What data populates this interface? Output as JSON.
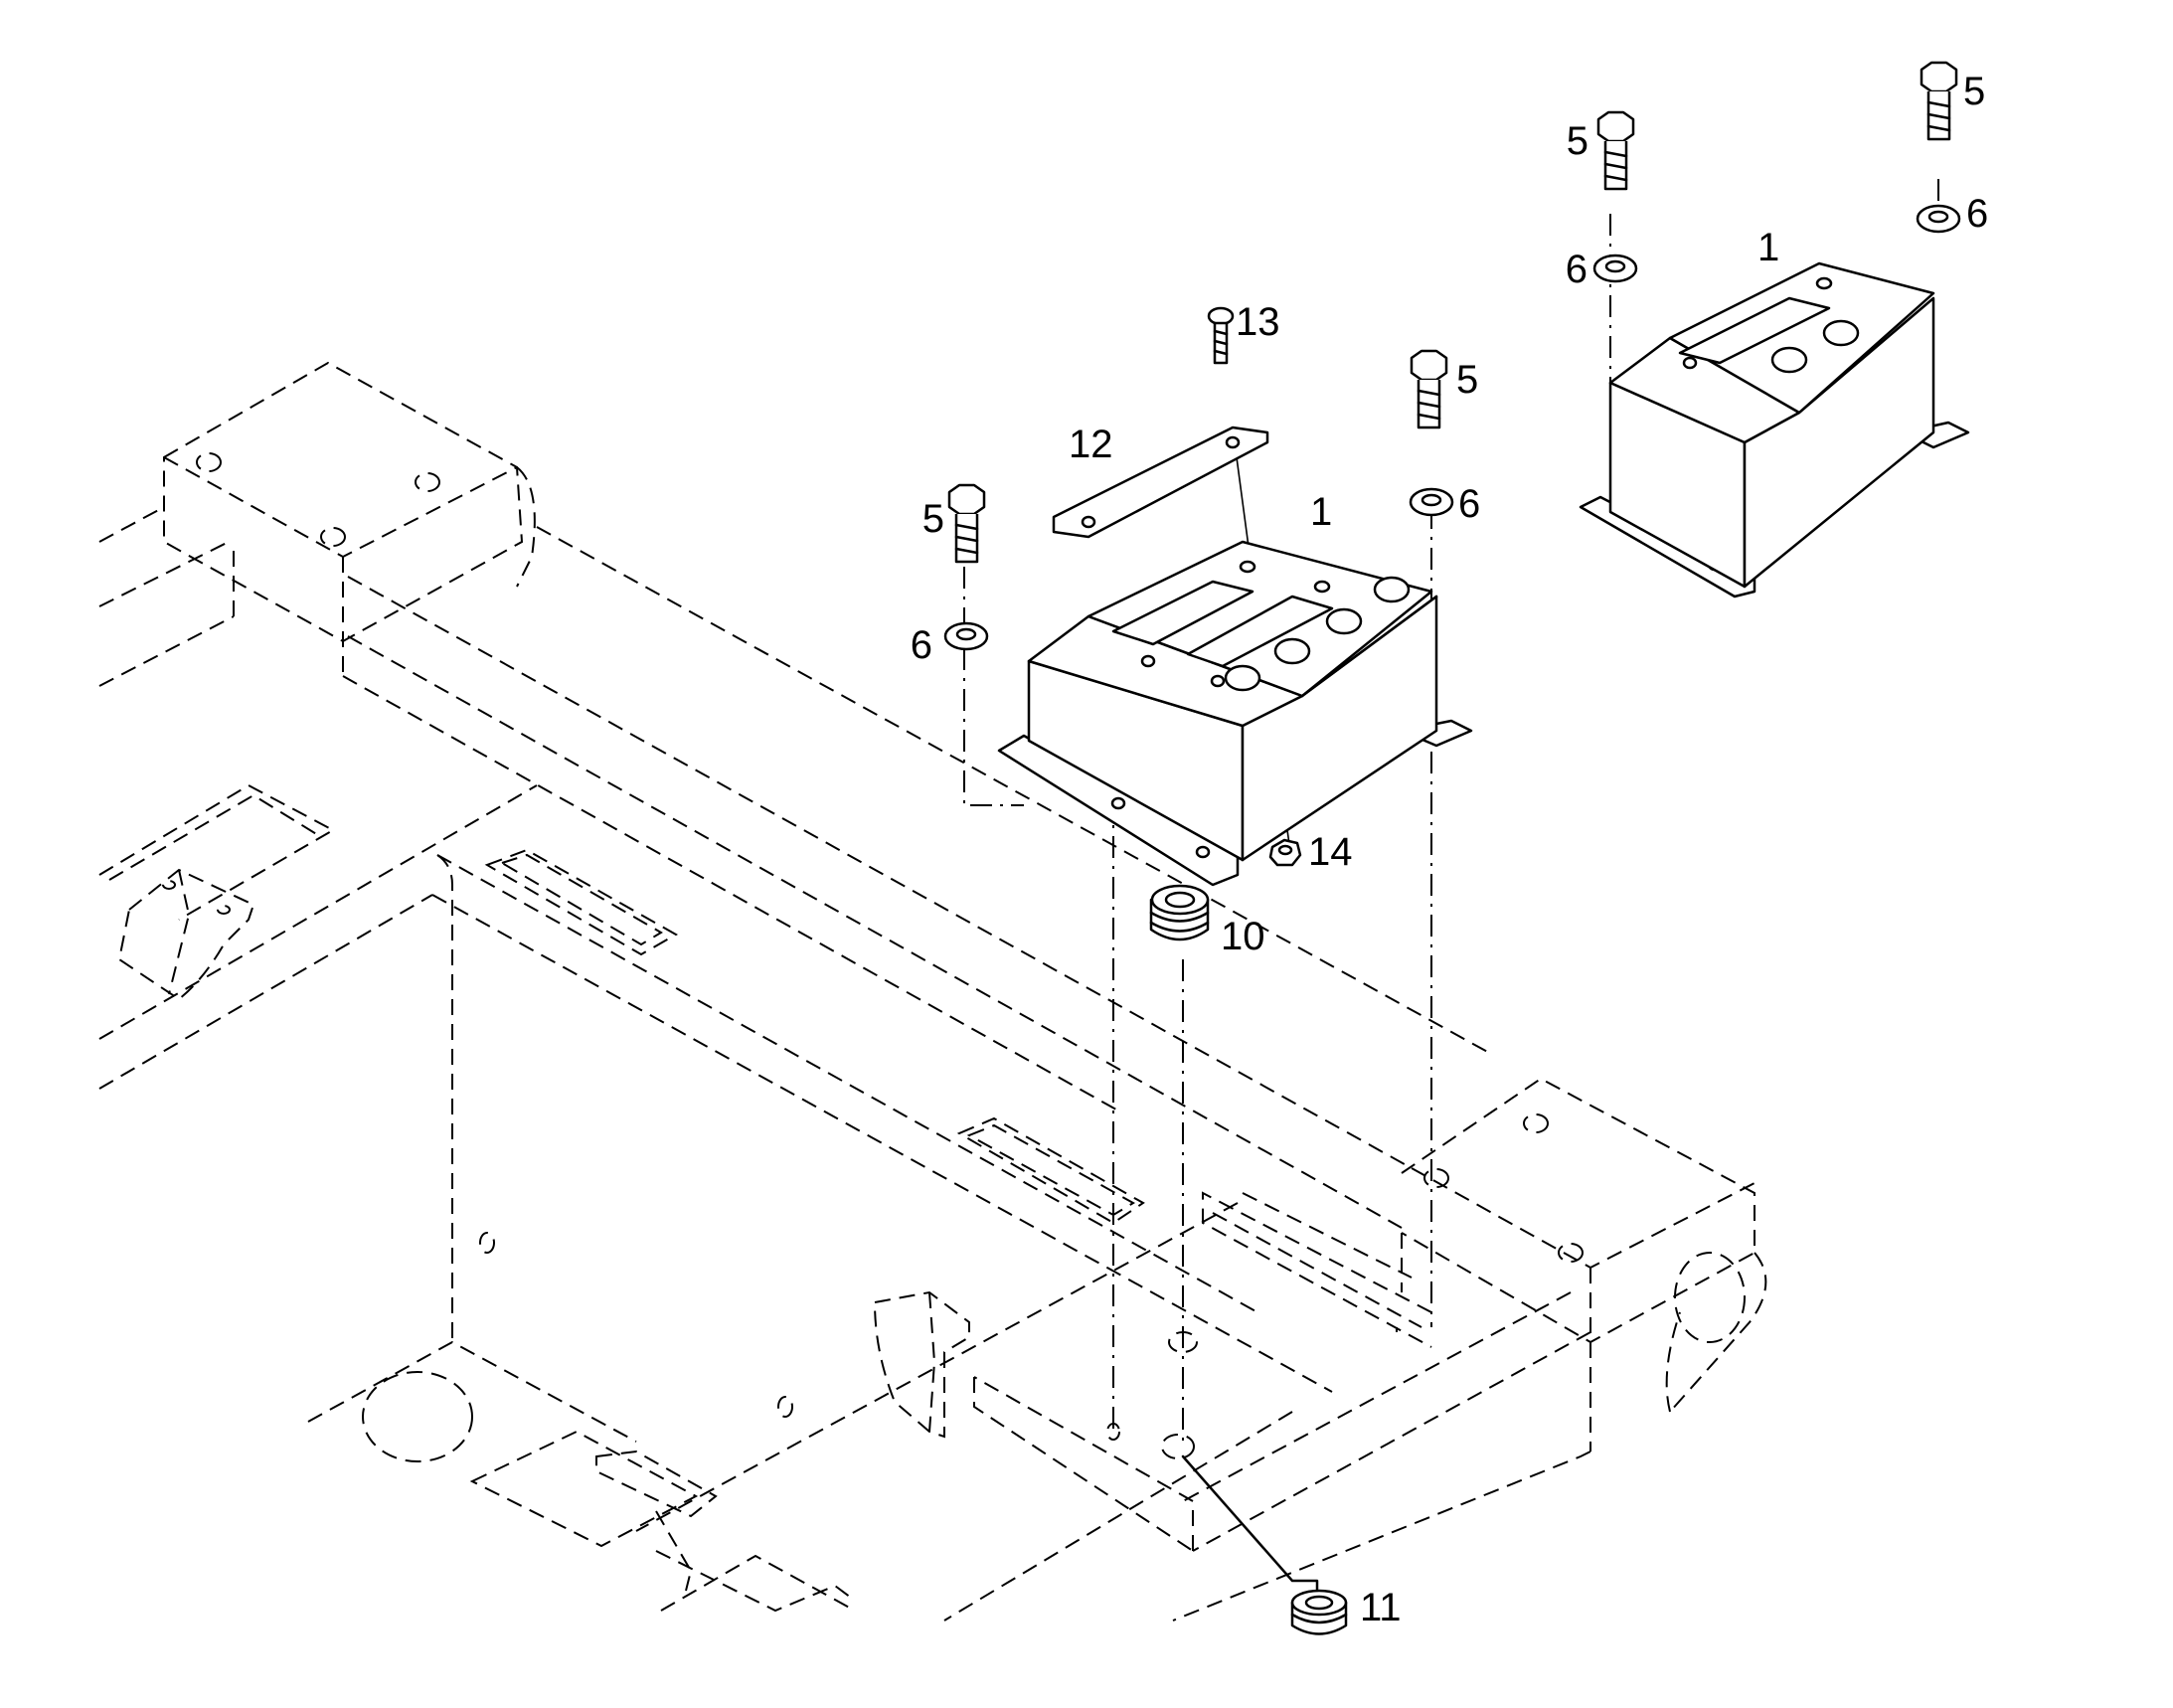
{
  "callouts": {
    "c1_left": "1",
    "c1_right": "1",
    "c5_a": "5",
    "c5_b": "5",
    "c5_c": "5",
    "c5_d": "5",
    "c6_a": "6",
    "c6_b": "6",
    "c6_c": "6",
    "c6_d": "6",
    "c10": "10",
    "c11": "11",
    "c12": "12",
    "c13": "13",
    "c14": "14"
  }
}
